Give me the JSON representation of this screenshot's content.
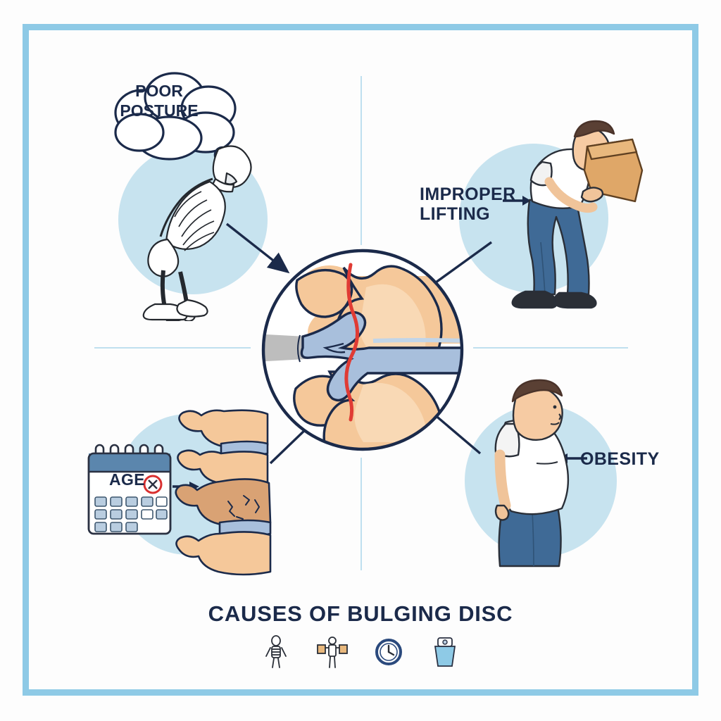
{
  "poster": {
    "title": "CAUSES OF BULGING DISC",
    "background_color": "#fdfdfd",
    "frame_color": "#8ecae6",
    "accent_navy": "#1b2a4a",
    "accent_blue_blob": "#c7e3ef",
    "divider_color": "#bfe0ef"
  },
  "quadrants": {
    "top_left": {
      "label": "POOR\nPOSTURE",
      "label_style": "thought-bubble",
      "illustration": "hunched-skeleton"
    },
    "top_right": {
      "label": "IMPROPER\nLIFTING",
      "arrow": "→",
      "arrow_direction": "right",
      "illustration": "person-lifting-box"
    },
    "bottom_left": {
      "label": "AGE",
      "arrow": "→",
      "arrow_direction": "right",
      "illustration": "degenerated-spine-vertebrae",
      "calendar": {
        "title": "AGE",
        "marked": true,
        "mark_color": "#d93030",
        "header_color": "#5b86ad",
        "rings": 5,
        "grid_rows": [
          5,
          5,
          3
        ]
      }
    },
    "bottom_right": {
      "label": "OBESITY",
      "arrow": "←",
      "arrow_direction": "left",
      "illustration": "overweight-person-profile"
    }
  },
  "center": {
    "illustration": "bulging-disc-cross-section",
    "bone_color": "#f5c89a",
    "disc_color": "#a8bfdc",
    "nerve_color": "#e03b34",
    "outline_color": "#1b2a4a",
    "arrow_count": 4
  },
  "footer_icons": [
    {
      "name": "skeleton-icon",
      "label": "skeleton"
    },
    {
      "name": "lifting-icon",
      "label": "lifting boxes"
    },
    {
      "name": "clock-icon",
      "label": "clock"
    },
    {
      "name": "weight-scale-icon",
      "label": "weight scale"
    }
  ]
}
